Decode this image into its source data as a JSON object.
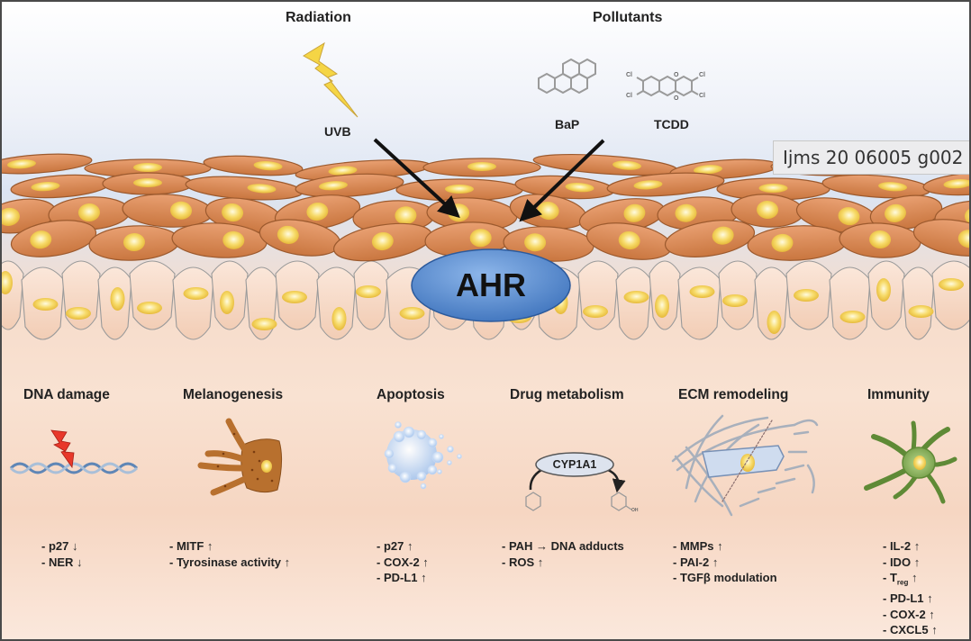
{
  "figure": {
    "sources": {
      "radiation": {
        "title": "Radiation",
        "agent": "UVB"
      },
      "pollutants": {
        "title": "Pollutants",
        "agents": [
          "BaP",
          "TCDD"
        ],
        "substituent_label": "Cl",
        "ring_oxygen_label": "O"
      }
    },
    "center": {
      "label": "AHR"
    },
    "effects": [
      {
        "title": "DNA damage",
        "icon": "dna-damage-icon",
        "items": [
          {
            "text": "- p27",
            "arrow": "↓"
          },
          {
            "text": "- NER",
            "arrow": "↓"
          }
        ]
      },
      {
        "title": "Melanogenesis",
        "icon": "melanocyte-icon",
        "items": [
          {
            "text": "- MITF",
            "arrow": "↑"
          },
          {
            "text": "- Tyrosinase activity",
            "arrow": "↑"
          }
        ]
      },
      {
        "title": "Apoptosis",
        "icon": "apoptotic-cell-icon",
        "items": [
          {
            "text": "- p27",
            "arrow": "↑"
          },
          {
            "text": "- COX-2",
            "arrow": "↑"
          },
          {
            "text": "- PD-L1",
            "arrow": "↑"
          }
        ]
      },
      {
        "title": "Drug metabolism",
        "icon": "cyp1a1-reaction-icon",
        "enzyme": "CYP1A1",
        "product_group": "OH",
        "items": [
          {
            "text": "- PAH → DNA adducts",
            "arrow": ""
          },
          {
            "text": "- ROS",
            "arrow": "↑"
          }
        ]
      },
      {
        "title": "ECM remodeling",
        "icon": "fibroblast-ecm-icon",
        "items": [
          {
            "text": "- MMPs",
            "arrow": "↑"
          },
          {
            "text": "- PAI-2",
            "arrow": "↑"
          },
          {
            "text": "- TGFβ modulation",
            "arrow": ""
          }
        ]
      },
      {
        "title": "Immunity",
        "icon": "dendritic-cell-icon",
        "items": [
          {
            "text": "- IL-2",
            "arrow": "↑"
          },
          {
            "text": "- IDO",
            "arrow": "↑"
          },
          {
            "text": "- T",
            "sub": "reg",
            "arrow": "↑"
          },
          {
            "text": "- PD-L1",
            "arrow": "↑"
          },
          {
            "text": "- COX-2",
            "arrow": "↑"
          },
          {
            "text": "- CXCL5",
            "arrow": "↑"
          }
        ]
      }
    ]
  },
  "tooltip": {
    "text": "Ijms 20 06005 g002"
  },
  "colors": {
    "keratinocyte": "#d98a55",
    "basal_cell": "#f7d8c4",
    "nucleus": "#f4cf52",
    "ahr": "#5b8fd0",
    "lightning": "#f5d545",
    "dna_damage_bolt": "#e8382a",
    "melanocyte": "#b8702e",
    "dendritic_cell": "#7ba350"
  }
}
